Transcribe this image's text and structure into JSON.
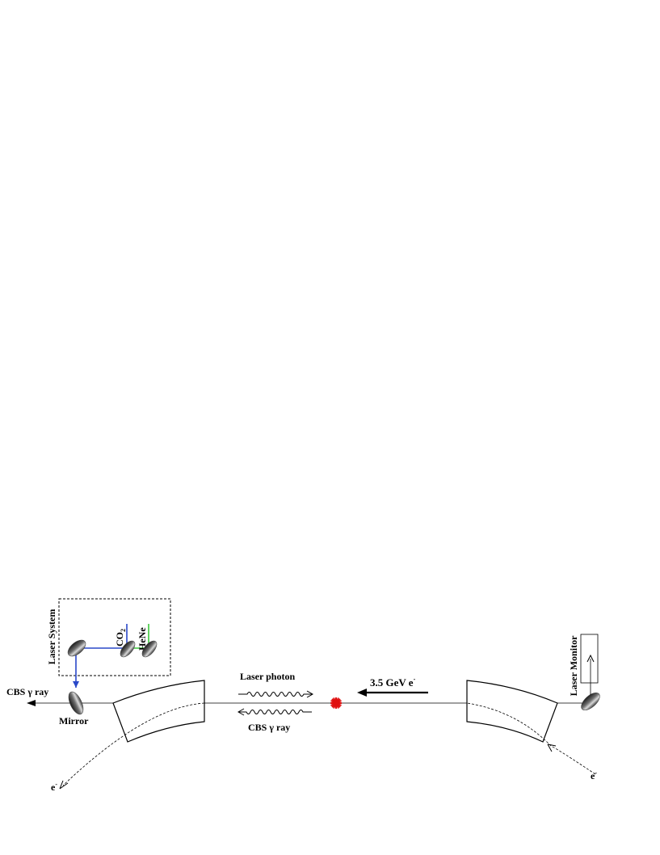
{
  "labels": {
    "laser_system": "Laser System",
    "co2_main": "CO",
    "co2_sub": "2",
    "hene": "HeNe",
    "laser_monitor": "Laser Monitor",
    "cbs_left": "CBS γ ray",
    "mirror": "Mirror",
    "laser_photon": "Laser photon",
    "cbs_center": "CBS γ ray",
    "beam_energy_main": "3.5 GeV e",
    "beam_energy_sup": "-",
    "electron_left_main": "e",
    "electron_left_sup": "-",
    "electron_right_main": "e",
    "electron_right_sup": "-"
  },
  "colors": {
    "co2_beam": "#2a48c8",
    "hene_beam": "#3cc83c",
    "collision_star": "#e01010",
    "outline": "#000000"
  }
}
